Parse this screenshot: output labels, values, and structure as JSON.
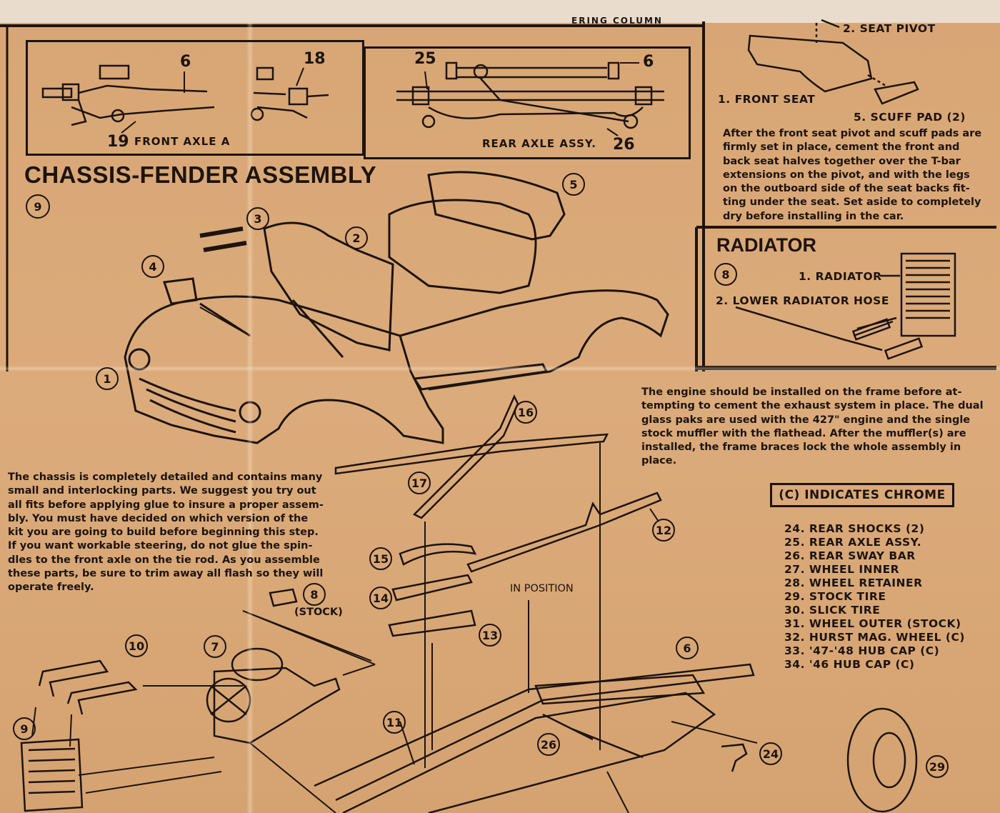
{
  "header_strip": {
    "partial_text": "ERING COLUMN"
  },
  "front_axle_panel": {
    "caption": "FRONT AXLE A",
    "callouts": [
      "6",
      "18",
      "19"
    ]
  },
  "rear_axle_panel": {
    "caption": "REAR AXLE ASSY.",
    "callouts": [
      "25",
      "6",
      "26"
    ]
  },
  "seat_panel": {
    "labels": {
      "seat_pivot": "2. SEAT PIVOT",
      "front_seat": "1. FRONT SEAT",
      "scuff_pad": "5. SCUFF PAD (2)"
    },
    "instructions": [
      "After the front seat pivot and scuff pads are",
      "firmly set in place, cement the front and",
      "back seat halves together over the T-bar",
      "extensions on the pivot, and with the legs",
      "on the outboard side of the seat backs fit-",
      "ting under the seat. Set aside to completely",
      "dry before installing in the car."
    ]
  },
  "radiator_panel": {
    "title": "RADIATOR",
    "step": "8",
    "labels": {
      "radiator": "1. RADIATOR",
      "hose": "2. LOWER RADIATOR HOSE"
    }
  },
  "chassis_section": {
    "title": "CHASSIS-FENDER ASSEMBLY",
    "step": "9",
    "callouts": [
      "1",
      "2",
      "3",
      "4",
      "5",
      "6",
      "7",
      "8",
      "9",
      "10",
      "11",
      "12",
      "13",
      "14",
      "15",
      "16",
      "17",
      "24",
      "26",
      "29"
    ],
    "stock_label": "(STOCK)",
    "in_position": "IN POSITION"
  },
  "chassis_instructions": [
    "The chassis is completely detailed and contains many",
    "small and interlocking parts. We suggest you try out",
    "all fits before applying glue to insure a proper assem-",
    "bly. You must have decided on which version of the",
    "kit you are going to build before beginning this step.",
    "If you want workable steering, do not glue the spin-",
    "dles to the front axle on the tie rod. As you assemble",
    "these parts, be sure to trim away all flash so they will",
    "operate freely."
  ],
  "engine_instructions": [
    "The engine should be installed on the frame before at-",
    "tempting to cement the exhaust system in place. The dual",
    "glass paks are used with the 427\" engine and the single",
    "stock muffler with the flathead. After the muffler(s) are",
    "installed, the frame braces lock the whole assembly in",
    "place."
  ],
  "chrome_note": "(C) INDICATES CHROME",
  "parts_list": [
    "24. REAR SHOCKS (2)",
    "25. REAR AXLE ASSY.",
    "26. REAR SWAY BAR",
    "27. WHEEL INNER",
    "28. WHEEL RETAINER",
    "29. STOCK TIRE",
    "30. SLICK TIRE",
    "31. WHEEL OUTER (STOCK)",
    "32. HURST MAG. WHEEL (C)",
    "33. '47-'48 HUB CAP (C)",
    "34. '46 HUB CAP (C)"
  ],
  "colors": {
    "paper": "#d9a877",
    "ink": "#1c1410",
    "top_strip": "#e9dccd"
  }
}
